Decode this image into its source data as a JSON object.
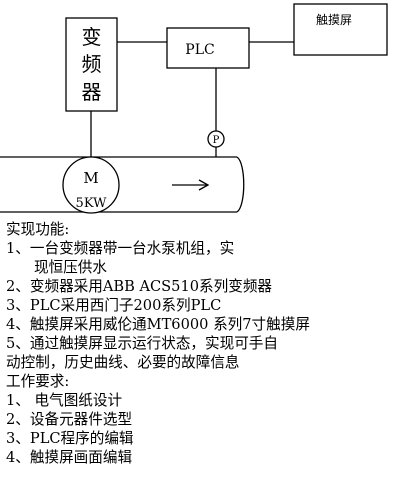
{
  "diagram": {
    "inverter_label": [
      "变",
      "频",
      "器"
    ],
    "plc_label": "PLC",
    "touchscreen_label": "触摸屏",
    "pressure_sensor_label": "P",
    "motor_label": "M",
    "motor_power": "5KW"
  },
  "text": {
    "functions_heading": "实现功能:",
    "item1_line1": "1、一台变频器带一台水泵机组，实",
    "item1_line2": "现恒压供水",
    "item2": "2、变频器采用ABB ACS510系列变频器",
    "item3": "3、PLC采用西门子200系列PLC",
    "item4": "4、触摸屏采用威伦通MT6000 系列7寸触摸屏",
    "item5_line1": "5、通过触摸屏显示运行状态，实现可手自",
    "item5_line2": "动控制，历史曲线、必要的故障信息",
    "requirements_heading": "工作要求:",
    "req1": "1、 电气图纸设计",
    "req2": "2、设备元器件选型",
    "req3": "3、PLC程序的编辑",
    "req4": "4、触摸屏画面编辑"
  }
}
